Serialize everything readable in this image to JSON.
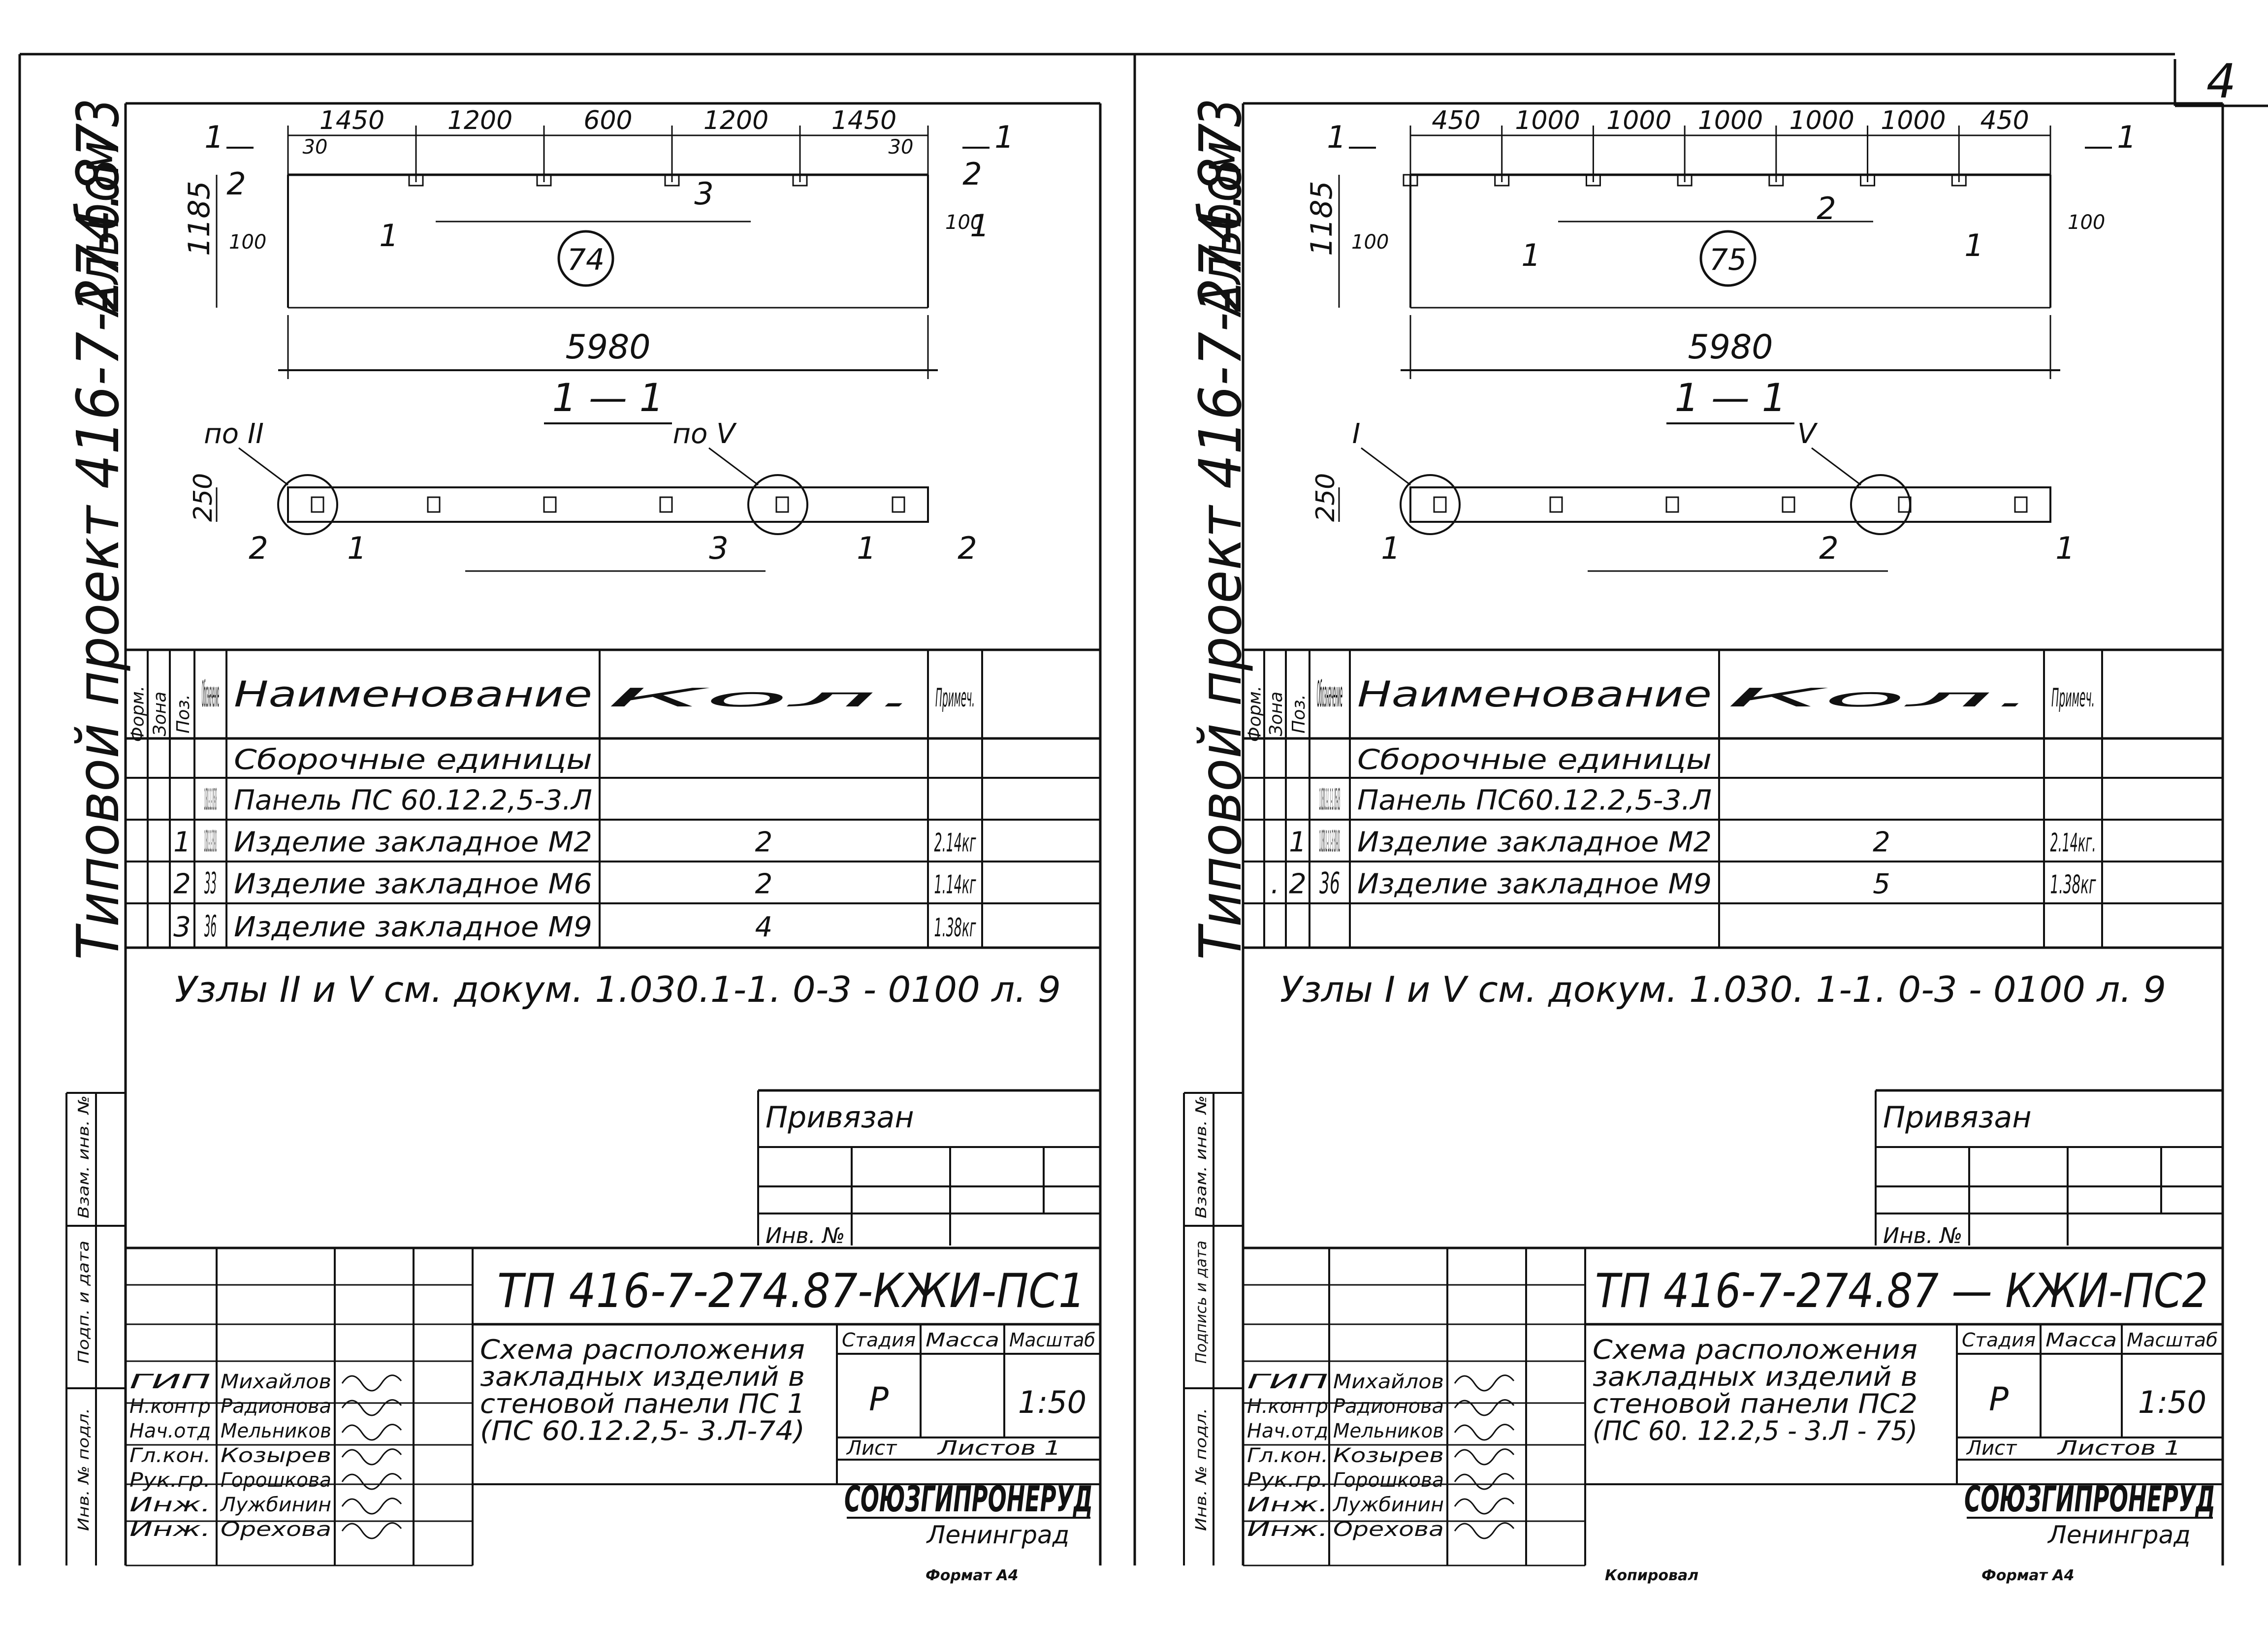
{
  "page_number": "4",
  "sheets": [
    {
      "album_label": "Альбом 3",
      "project_label": "Типовой проект 416-7-274.87",
      "detail_number": "74",
      "plan_dims": [
        "1450",
        "1200",
        "600",
        "1200",
        "1450"
      ],
      "edge_dims": [
        "30",
        "30"
      ],
      "height_dim": "1185",
      "offset_dims": [
        "100",
        "100"
      ],
      "total_length": "5980",
      "cut_marker": "1",
      "section_title": "1 — 1",
      "section_thickness": "250",
      "node_refs": [
        "по II",
        "по V"
      ],
      "plan_callouts": [
        "2",
        "1",
        "3",
        "2",
        "1"
      ],
      "section_callouts": [
        "2",
        "1",
        "3",
        "1",
        "2"
      ],
      "table": {
        "headers": [
          "Форм.",
          "Зона",
          "Поз.",
          "Обозначение",
          "Наименование",
          "Кол.",
          "Примеч."
        ],
        "rows": [
          [
            "",
            "",
            "",
            "",
            "Сборочные единицы",
            "",
            ""
          ],
          [
            "",
            "",
            "",
            "1.030.1-1.1-1  05-03",
            "Панель ПС 60.12.2,5-3.Л",
            "",
            ""
          ],
          [
            "",
            "",
            "1",
            "1.030.1-1.1-3  30-01",
            "Изделие закладное М2",
            "2",
            "2.14кг"
          ],
          [
            "",
            "",
            "2",
            "33",
            "Изделие закладное М6",
            "2",
            "1.14кг"
          ],
          [
            "",
            "",
            "3",
            "36",
            "Изделие закладное М9",
            "4",
            "1.38кг"
          ]
        ]
      },
      "note": "Узлы  II и V  см. докум. 1.030.1-1. 0-3 - 0100   л. 9",
      "privyazan": "Привязан",
      "inv_label": "Инв. №",
      "doc_code": "ТП 416-7-274.87-КЖИ-ПС1",
      "title_lines": [
        "Схема расположения",
        "закладных изделий в",
        "стеновой панели ПС 1",
        "(ПС 60.12.2,5- 3.Л-74)"
      ],
      "stage_headers": [
        "Стадия",
        "Масса",
        "Масштаб"
      ],
      "stage": "Р",
      "scale": "1:50",
      "sheet_label": "Лист",
      "sheets_label": "Листов 1",
      "org": "СОЮЗГИПРОНЕРУД",
      "city": "Ленинград",
      "roles": [
        "ГИП",
        "Н.контр",
        "Нач.отд",
        "Гл.кон.",
        "Рук.гр.",
        "Инж.",
        "Инж."
      ],
      "names": [
        "Михайлов",
        "Радионова",
        "Мельников",
        "Козырев",
        "Горошкова",
        "Лужбинин",
        "Орехова"
      ],
      "side_stamps": [
        "Взам. инв. №",
        "Подп. и дата",
        "Инв. № подл."
      ],
      "bottom_labels": [
        "Формат А4"
      ]
    },
    {
      "album_label": "Альбом 3",
      "project_label": "Типовой проект 416-7-274.87",
      "detail_number": "75",
      "plan_dims": [
        "450",
        "1000",
        "1000",
        "1000",
        "1000",
        "1000",
        "450"
      ],
      "edge_dims": [],
      "height_dim": "1185",
      "offset_dims": [
        "100",
        "100"
      ],
      "total_length": "5980",
      "cut_marker": "1",
      "section_title": "1 — 1",
      "section_thickness": "250",
      "node_refs": [
        "I",
        "V"
      ],
      "plan_callouts": [
        "1",
        "2",
        "1"
      ],
      "section_callouts": [
        "1",
        "2",
        "1"
      ],
      "table": {
        "headers": [
          "Форм.",
          "Зона",
          "Поз.",
          "Обозначение",
          "Наименование",
          "Кол.",
          "Примеч."
        ],
        "rows": [
          [
            "",
            "",
            "",
            "",
            "Сборочные единицы",
            "",
            ""
          ],
          [
            "",
            "",
            "",
            "1.030.1-1. 1-1. 05-03",
            "Панель ПС60.12.2,5-3.Л",
            "",
            ""
          ],
          [
            "",
            "",
            "1",
            "1.030.1-1.1-3  30-01",
            "Изделие закладное М2",
            "2",
            "2.14кг."
          ],
          [
            "",
            ".",
            "2",
            "36",
            "Изделие закладное М9",
            "5",
            "1.38кг"
          ]
        ]
      },
      "note": "Узлы  I и V  см. докум. 1.030. 1-1. 0-3 - 0100  л. 9",
      "privyazan": "Привязан",
      "inv_label": "Инв. №",
      "doc_code": "ТП 416-7-274.87 — КЖИ-ПС2",
      "title_lines": [
        "Схема расположения",
        "закладных изделий в",
        "стеновой панели ПС2",
        "(ПС 60. 12.2,5 - 3.Л - 75)"
      ],
      "stage_headers": [
        "Стадия",
        "Масса",
        "Масштаб"
      ],
      "stage": "Р",
      "scale": "1:50",
      "sheet_label": "Лист",
      "sheets_label": "Листов 1",
      "org": "СОЮЗГИПРОНЕРУД",
      "city": "Ленинград",
      "roles": [
        "ГИП",
        "Н.контр",
        "Нач.отд",
        "Гл.кон.",
        "Рук.гр.",
        "Инж.",
        "Инж."
      ],
      "names": [
        "Михайлов",
        "Радионова",
        "Мельников",
        "Козырев",
        "Горошкова",
        "Лужбинин",
        "Орехова"
      ],
      "side_stamps": [
        "Взам. инв. №",
        "Подпись и дата",
        "Инв. № подл."
      ],
      "bottom_labels": [
        "Копировал",
        "Формат А4"
      ]
    }
  ]
}
